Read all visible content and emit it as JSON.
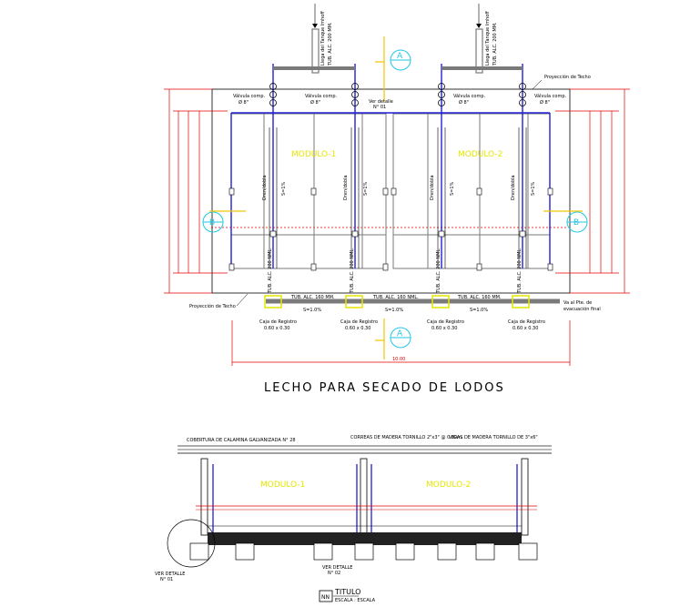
{
  "drawing": {
    "main_title": "LECHO PARA SECADO DE LODOS",
    "plan": {
      "modules": [
        "MODULO-1",
        "MODULO-2"
      ],
      "section_marks": {
        "a": "A",
        "b": "B"
      },
      "inlet_labels": [
        "Llega del Tanque Imhoff",
        "Llega del Tanque Imhoff"
      ],
      "inlet_pipe_labels": [
        "TUB. ALC. 200 MM.",
        "TUB. ALC. 200 MM."
      ],
      "valve_labels": [
        "Válvula comp.",
        "Válvula comp.",
        "Válvula comp.",
        "Válvula comp."
      ],
      "valve_sizes": [
        "Ø 8\"",
        "Ø 8\"",
        "Ø 8\"",
        "Ø 8\""
      ],
      "roof_projection_top": "Proyección de Techo",
      "roof_projection_bottom": "Proyección de Techo",
      "ver_detalle": "Ver detalle",
      "ver_detalle_no": "N° 01",
      "drain_labels": [
        "Dren/dobla",
        "Dren/dobla",
        "Dren/dobla",
        "Dren/dobla"
      ],
      "slope_labels": [
        "S=1%",
        "S=1%",
        "S=1%",
        "S=1%"
      ],
      "vertical_pipe_labels": [
        "TUB. ALC. 200 NML.",
        "TUB. ALC. 200 NML.",
        "TUB. ALC. 200 NML.",
        "TUB. ALC. 200 NML."
      ],
      "collector_labels": [
        "TUB. ALC. 160 MM.",
        "TUB. ALC. 160 NML.",
        "TUB. ALC. 160 MM."
      ],
      "collector_slopes": [
        "S=1.0%",
        "S=1.0%",
        "S=1.0%"
      ],
      "register_boxes": [
        {
          "label": "Caja de Registro",
          "size": "0.60 x 0.30"
        },
        {
          "label": "Caja de Registro",
          "size": "0.60 x 0.30"
        },
        {
          "label": "Caja de Registro",
          "size": "0.60 x 0.30"
        },
        {
          "label": "Caja de Registro",
          "size": "0.60 x 0.30"
        }
      ],
      "outlet_label_1": "Va al Pte. de",
      "outlet_label_2": "evacuación final",
      "overall_dim": "10.00"
    },
    "section": {
      "modules": [
        "MODULO-1",
        "MODULO-2"
      ],
      "top_labels": [
        "COBERTURA DE CALAMINA GALVANIZADA N° 28",
        "CORREAS DE MADERA TORNILLO 2\"x3\" @ 0.80m.",
        "VIGAS DE MADERA TORNILLO DE 3\"x6\""
      ],
      "ver_detalle": "VER DETALLE",
      "ver_detalle_no": "N° 01",
      "ver_detalle_2": "VER DETALLE",
      "ver_detalle_2_no": "N° 02",
      "title_badge": "NN",
      "title_text": "TITULO",
      "title_scale": "ESCALA : ESCALA"
    }
  },
  "colors": {
    "line": "#000000",
    "pipe_blue": "#1f1fd6",
    "dim_red": "#e00000",
    "yellow": "#e6e600",
    "cyan": "#22c8e0",
    "gray": "#7a7a7a"
  }
}
